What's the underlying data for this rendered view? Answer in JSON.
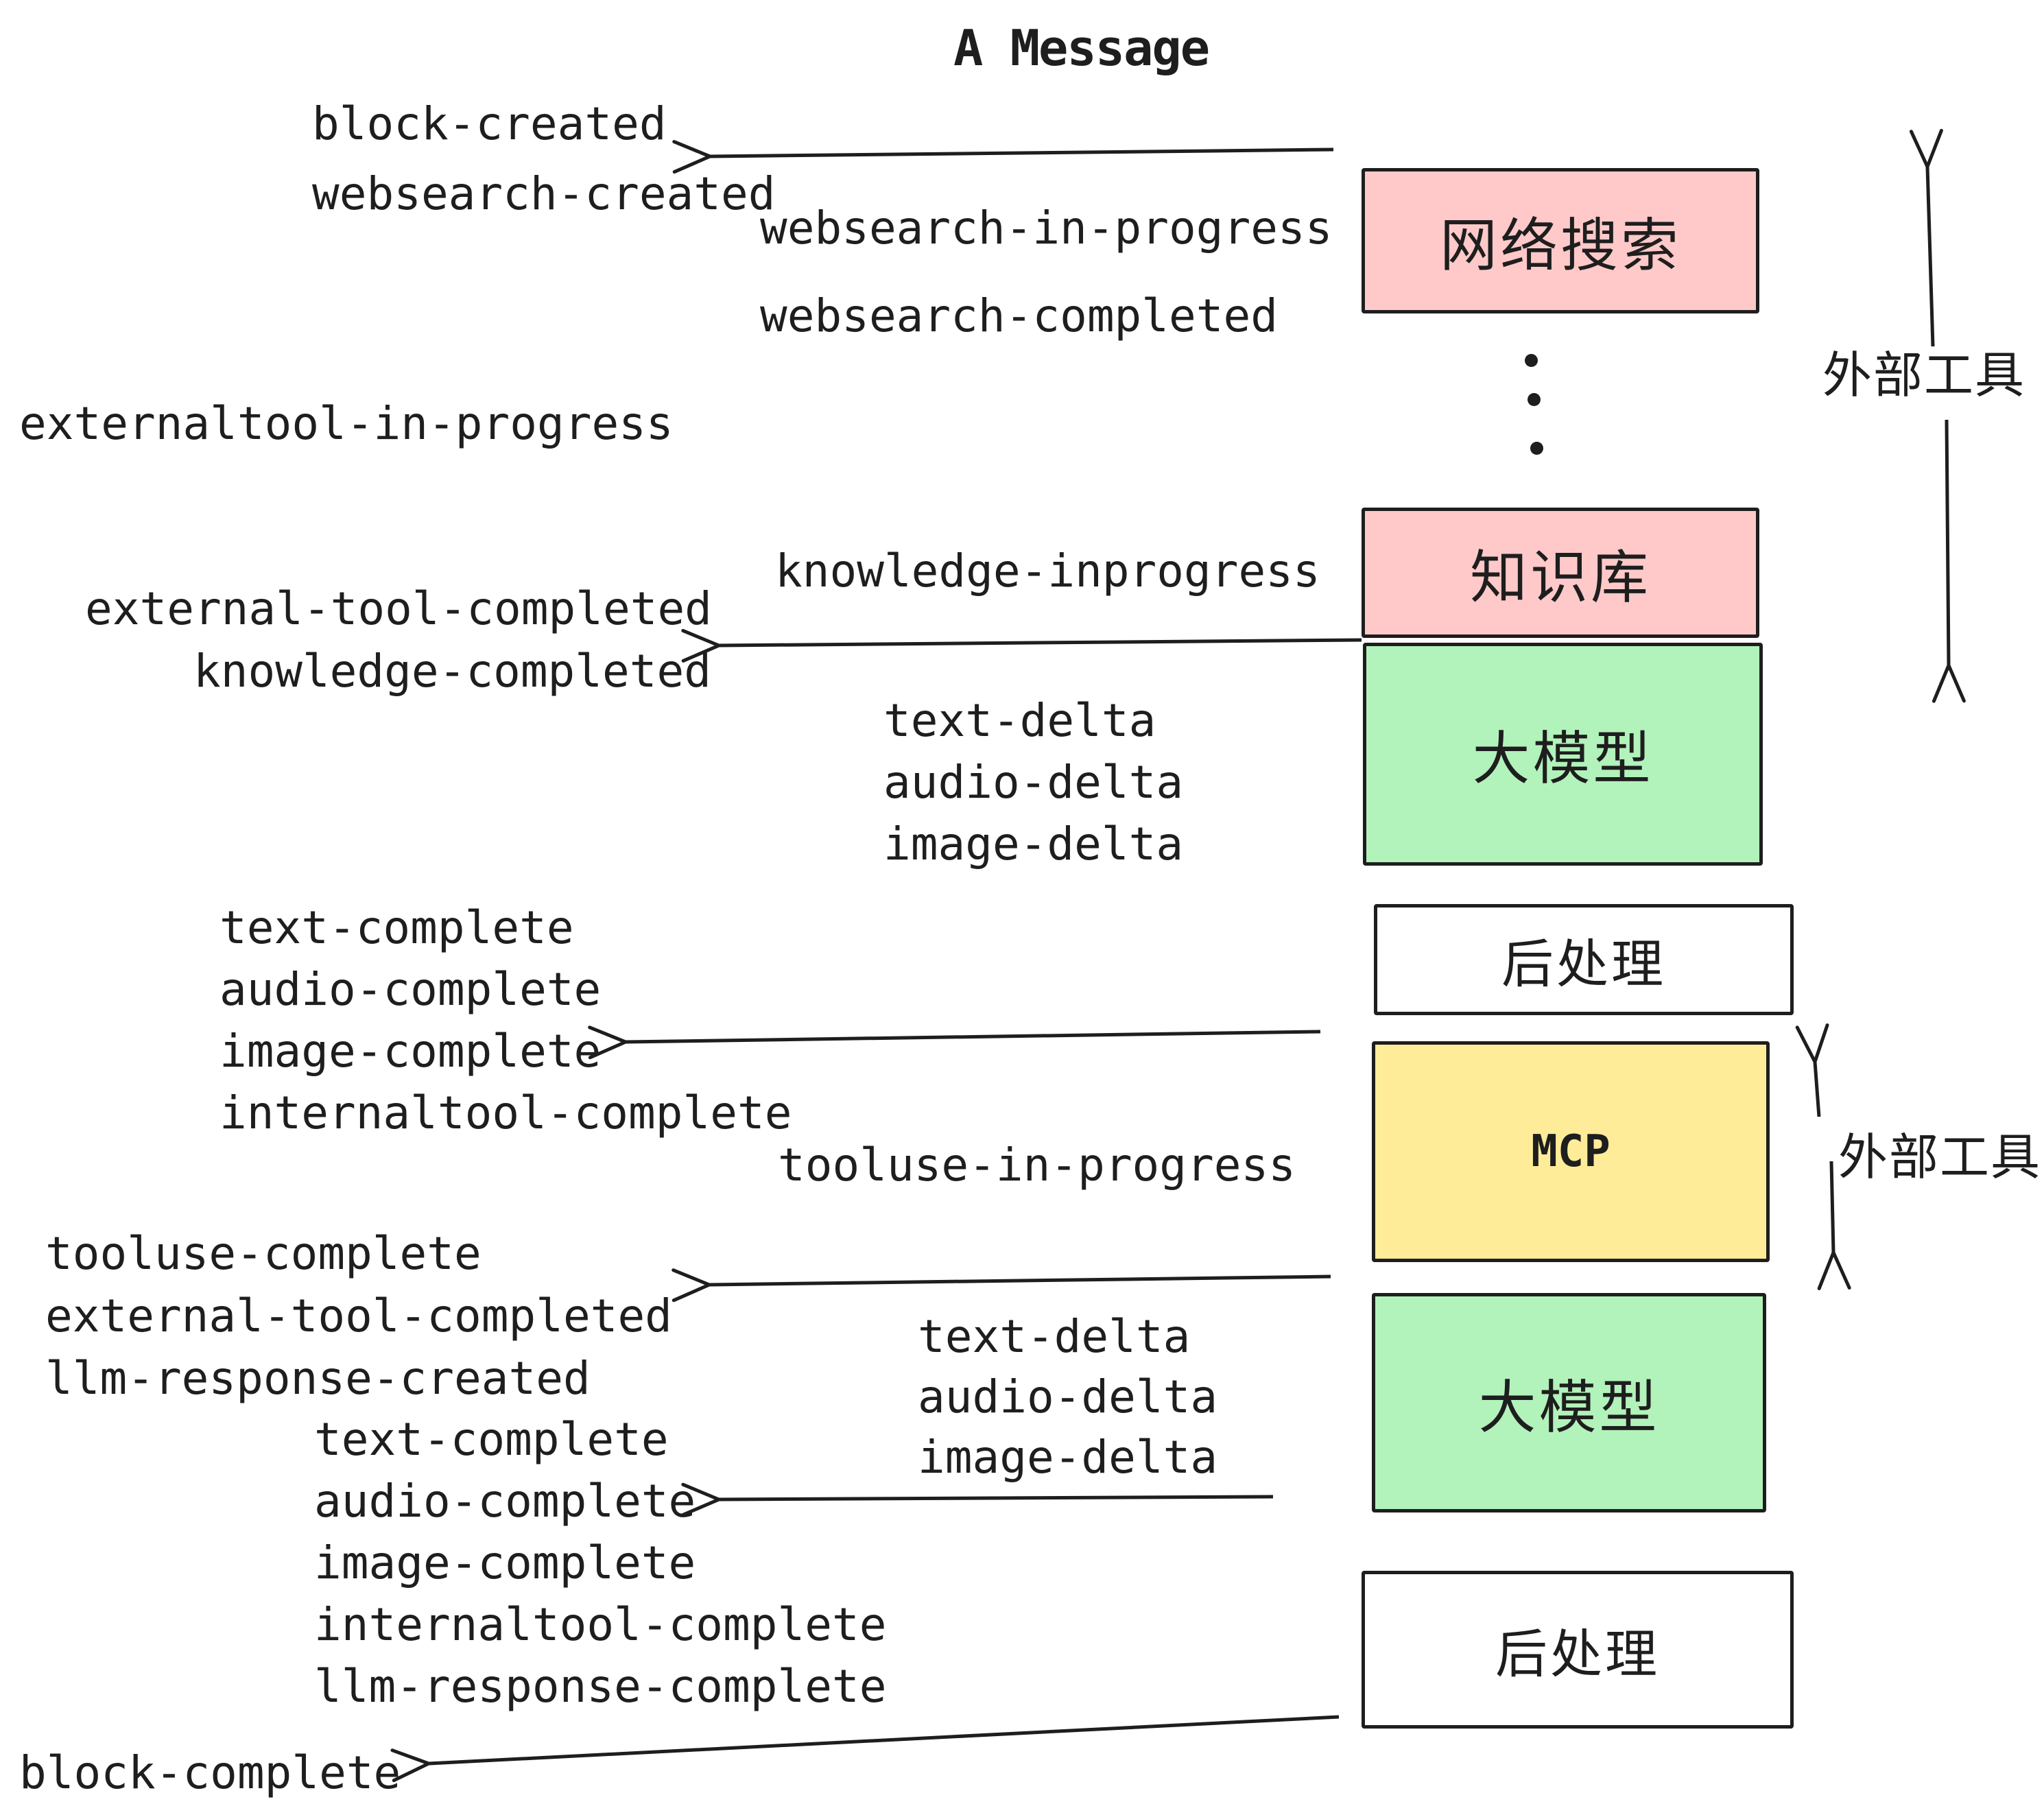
{
  "title": "A Message",
  "colors": {
    "stroke": "#1e1e1e",
    "pink": "#ffc9c9",
    "green": "#b2f2bb",
    "yellow": "#ffec99",
    "white": "#ffffff"
  },
  "icons": {
    "ellipsis": "vertical-dots-icon",
    "arrow_head": "open-chevron"
  },
  "events": [
    {
      "text": "block-created"
    },
    {
      "text": "websearch-created"
    },
    {
      "text": "websearch-in-progress"
    },
    {
      "text": "websearch-completed"
    },
    {
      "text": "externaltool-in-progress"
    },
    {
      "text": "knowledge-inprogress"
    },
    {
      "text": "external-tool-completed"
    },
    {
      "text": "knowledge-completed"
    },
    {
      "text": "text-delta"
    },
    {
      "text": "audio-delta"
    },
    {
      "text": "image-delta"
    },
    {
      "text": "text-complete"
    },
    {
      "text": "audio-complete"
    },
    {
      "text": "image-complete"
    },
    {
      "text": "internaltool-complete"
    },
    {
      "text": "tooluse-in-progress"
    },
    {
      "text": "tooluse-complete"
    },
    {
      "text": "external-tool-completed"
    },
    {
      "text": "llm-response-created"
    },
    {
      "text": "text-complete"
    },
    {
      "text": "audio-complete"
    },
    {
      "text": "image-complete"
    },
    {
      "text": "internaltool-complete"
    },
    {
      "text": "llm-response-complete"
    },
    {
      "text": "text-delta"
    },
    {
      "text": "audio-delta"
    },
    {
      "text": "image-delta"
    },
    {
      "text": "block-complete"
    }
  ],
  "boxes": [
    {
      "label": "网络搜索",
      "color": "pink"
    },
    {
      "label": "知识库",
      "color": "pink"
    },
    {
      "label": "大模型",
      "color": "green"
    },
    {
      "label": "后处理",
      "color": "white"
    },
    {
      "label": "MCP",
      "color": "yellow"
    },
    {
      "label": "大模型",
      "color": "green"
    },
    {
      "label": "后处理",
      "color": "white"
    }
  ],
  "side_labels": [
    {
      "text": "外部工具"
    },
    {
      "text": "外部工具"
    }
  ]
}
